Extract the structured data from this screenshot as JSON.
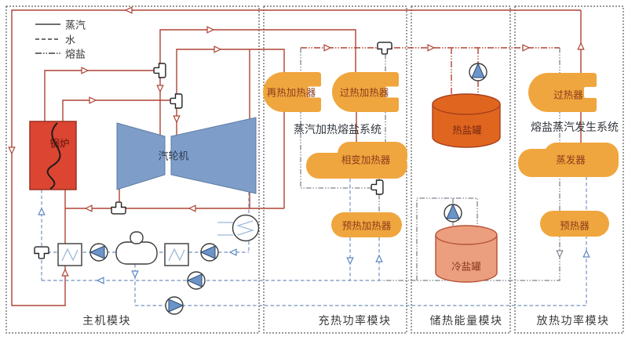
{
  "diagram": {
    "legend": {
      "items": [
        {
          "label": "蒸汽",
          "style": "solid"
        },
        {
          "label": "水",
          "style": "dashed"
        },
        {
          "label": "熔盐",
          "style": "dash-dot-dot"
        }
      ]
    },
    "modules": [
      {
        "label": "主机模块"
      },
      {
        "label": "充热功率模块"
      },
      {
        "label": "储热能量模块"
      },
      {
        "label": "放热功率模块"
      }
    ],
    "systems": {
      "charge": "蒸汽加热熔盐系统",
      "discharge": "熔盐蒸汽发生系统"
    },
    "equipment": {
      "boiler": "锅炉",
      "turbine": "汽轮机",
      "reheat_heater": "再热加热器",
      "superheat_heater": "过热加热器",
      "phase_change_heater": "相变加热器",
      "preheat_heater": "预热加热器",
      "hot_salt_tank": "热盐罐",
      "cold_salt_tank": "冷盐罐",
      "superheater": "过热器",
      "evaporator": "蒸发器",
      "preheater": "预热器"
    },
    "colors": {
      "steam_line": "#ad4333",
      "water_line": "#7591bd",
      "molten_salt_hot_line": "#ad4333",
      "molten_salt_cold_line": "#7e848d",
      "heater_fill": "#f0a63e",
      "hot_tank_fill": "#e0661f",
      "cold_tank_fill": "#eb9f7e",
      "boiler_fill": "#dc4531",
      "turbine_fill": "#7e9ec9"
    },
    "icons": [
      "pump-icon",
      "valve-icon",
      "heat-exchanger-icon",
      "condenser-icon",
      "deaerator-icon"
    ]
  }
}
